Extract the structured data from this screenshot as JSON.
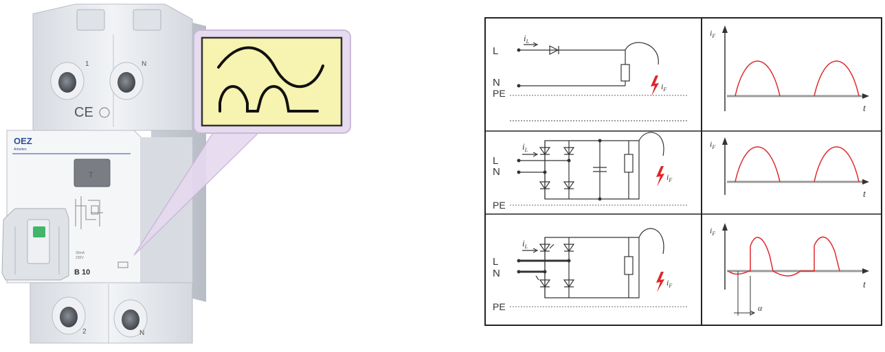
{
  "device": {
    "brand": "OEZ",
    "brand_sub": "Arbeiten",
    "terminal_top_left": "1",
    "terminal_top_right": "N",
    "terminal_bottom_left": "2",
    "terminal_bottom_right": "N",
    "ce_mark": "CE",
    "test_button": "T",
    "rating": "B 10",
    "spec_line1": "30mA",
    "spec_line2": "230V",
    "callout_icon": "ac-and-pulsating-dc-waveform-icon"
  },
  "rows": [
    {
      "circuit": "single-diode-half-wave",
      "labels": {
        "L": "L",
        "N": "N",
        "PE": "PE"
      },
      "load_current": "i",
      "load_current_sub": "L",
      "fault_current": "i",
      "fault_current_sub": "F",
      "waveform": {
        "type": "half-wave",
        "y_label": "i",
        "y_label_sub": "F",
        "t_label": "t"
      }
    },
    {
      "circuit": "bridge-rectifier-with-capacitor",
      "labels": {
        "L": "L",
        "N": "N",
        "PE": "PE"
      },
      "load_current": "i",
      "load_current_sub": "L",
      "fault_current": "i",
      "fault_current_sub": "F",
      "waveform": {
        "type": "half-wave",
        "y_label": "i",
        "y_label_sub": "F",
        "t_label": "t"
      }
    },
    {
      "circuit": "phase-controlled-bridge",
      "labels": {
        "L": "L",
        "N": "N",
        "PE": "PE"
      },
      "load_current": "i",
      "load_current_sub": "L",
      "fault_current": "i",
      "fault_current_sub": "F",
      "waveform": {
        "type": "phase-cut",
        "y_label": "i",
        "y_label_sub": "F",
        "t_label": "t",
        "angle_label": "α"
      }
    }
  ],
  "colors": {
    "callout_fill": "#f7f3b0",
    "callout_border": "#333333",
    "device_body": "#e8ebef",
    "lever_green": "#3fb66a",
    "brand_blue": "#2a4f98",
    "waveform_red": "#e0262a",
    "axis_gray": "#9a9a9a"
  }
}
